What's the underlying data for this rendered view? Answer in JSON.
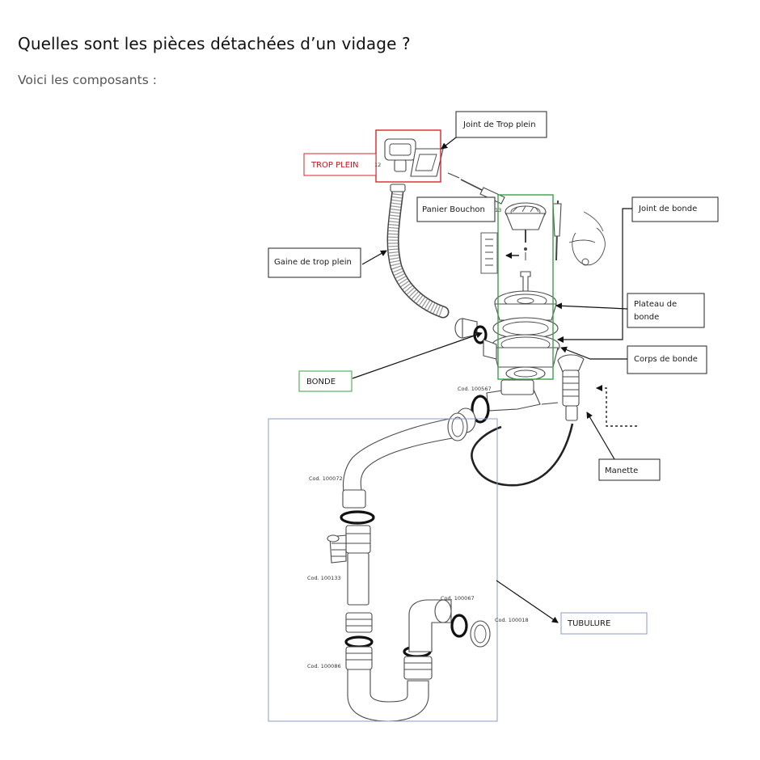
{
  "article": {
    "heading": "Quelles sont les pièces détachées d’un vidage ?",
    "intro": "Voici les composants :"
  },
  "diagram": {
    "callouts": {
      "joint_trop_plein": "Joint de Trop plein",
      "trop_plein": "TROP PLEIN",
      "panier_bouchon": "Panier Bouchon",
      "joint_de_bonde": "Joint de bonde",
      "gaine_trop_plein": "Gaine de trop plein",
      "plateau_de_bonde_line1": "Plateau de",
      "plateau_de_bonde_line2": "bonde",
      "corps_de_bonde": "Corps de bonde",
      "bonde": "BONDE",
      "manette": "Manette",
      "tubulure": "TUBULURE"
    },
    "codes": {
      "c100567": "Cod. 100567",
      "c100072": "Cod. 100072",
      "c100133": "Cod. 100133",
      "c100067": "Cod. 100067",
      "c100018": "Cod. 100018",
      "c100086": "Cod. 100086"
    },
    "item_numbers": {
      "n12": "12",
      "n13": "13"
    },
    "colors": {
      "trop_plein_frame": "#d9262c",
      "bonde_frame": "#3aa14a",
      "tubulure_frame": "#8a9cc0",
      "trop_plein_text": "#c8161e"
    }
  }
}
